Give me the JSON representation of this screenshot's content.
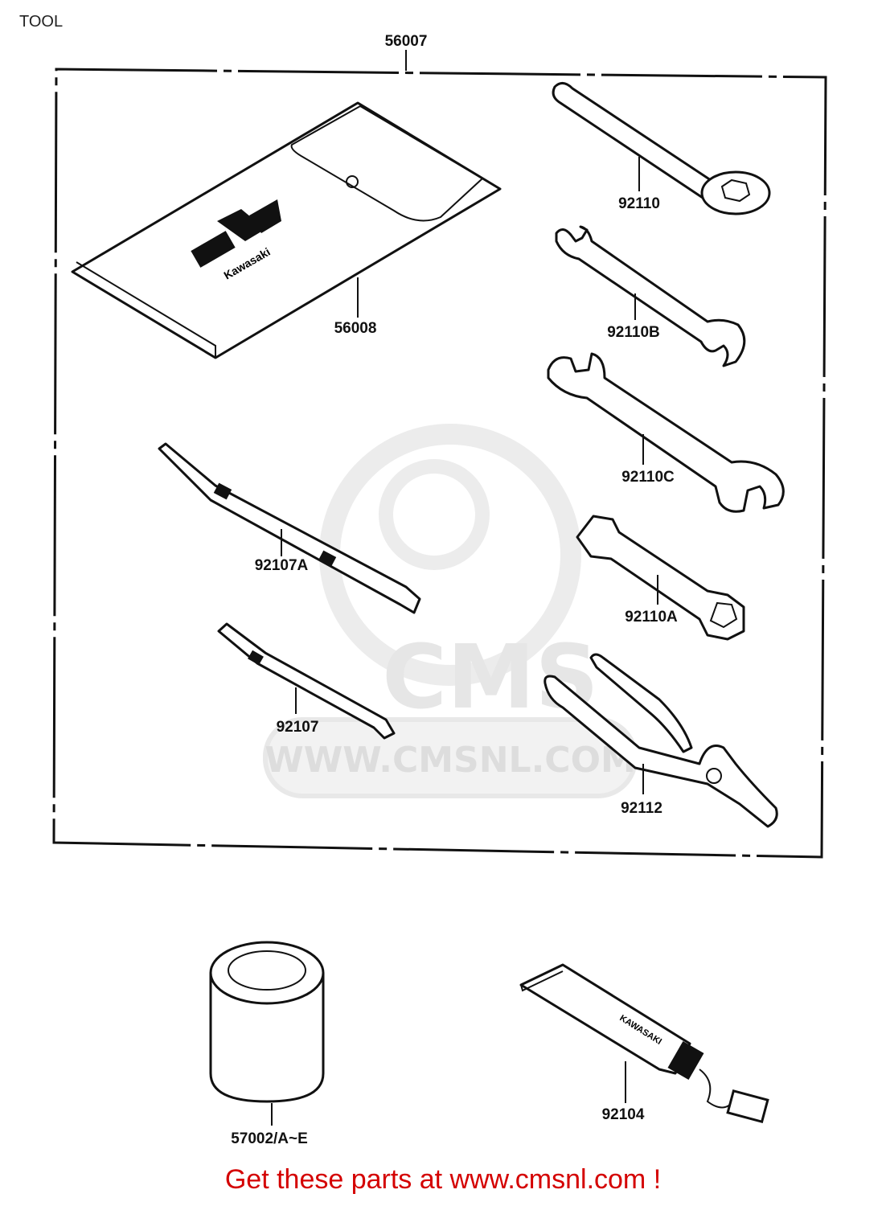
{
  "page": {
    "title": "TOOL"
  },
  "diagram": {
    "kit_label": "56007",
    "parts": {
      "bag": "56008",
      "box_wrench": "92110",
      "wrench_b": "92110B",
      "wrench_c": "92110C",
      "plug_wrench": "92110A",
      "pliers": "92112",
      "screwdriver_a": "92107A",
      "screwdriver": "92107",
      "fuse": "57002/A~E",
      "grease_tube": "92104"
    },
    "bag_logo_text": "Kawasaki",
    "tube_text": "KAWASAKI",
    "icons": [
      "tool-bag-icon",
      "box-wrench-icon",
      "open-end-wrench-icon",
      "spark-plug-wrench-icon",
      "pliers-icon",
      "screwdriver-icon",
      "fuse-icon",
      "grease-tube-icon"
    ]
  },
  "watermark": {
    "brand": "CMS",
    "url": "WWW.CMSNL.COM"
  },
  "footer": {
    "text": "Get these parts at www.cmsnl.com !",
    "color": "#d40000"
  }
}
